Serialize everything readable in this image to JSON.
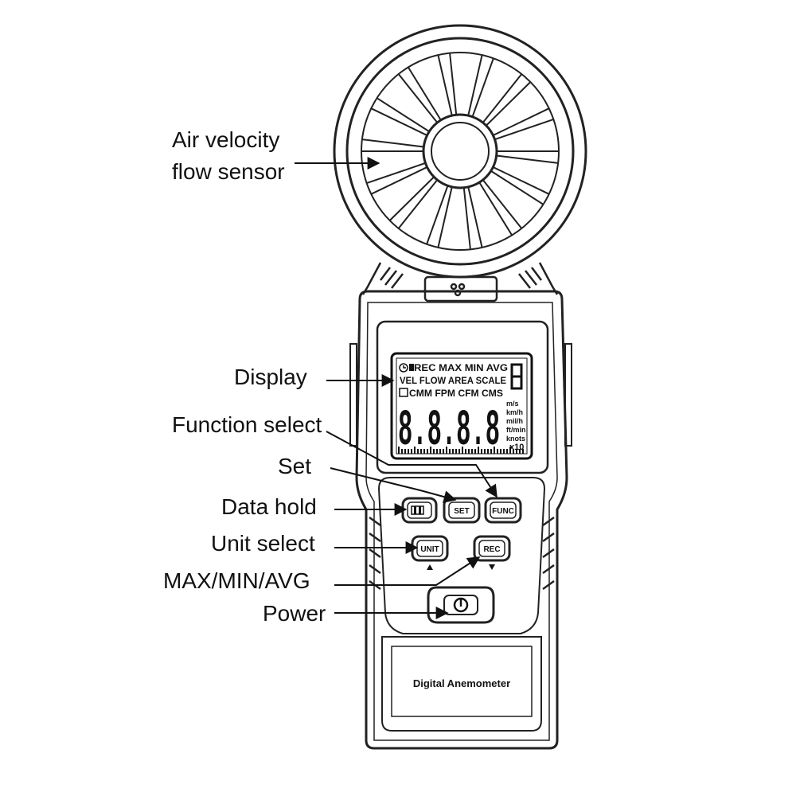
{
  "callouts": {
    "sensor_line1": "Air velocity",
    "sensor_line2": "flow sensor",
    "display": "Display",
    "function_select": "Function select",
    "set": "Set",
    "data_hold": "Data hold",
    "unit_select": "Unit select",
    "max_min_avg": "MAX/MIN/AVG",
    "power": "Power"
  },
  "lcd": {
    "row1": "REC MAX MIN AVG",
    "row2": "VEL FLOW AREA SCALE",
    "row3": "CMM FPM CFM CMS",
    "digits": "8.8.8.8",
    "unit_ms": "m/s",
    "unit_kmh": "km/h",
    "unit_mih": "mil/h",
    "unit_ftmin": "ft/min",
    "unit_knots": "knots",
    "unit_x10": "x10"
  },
  "buttons": {
    "hold": "",
    "set": "SET",
    "func": "FUNC",
    "unit": "UNIT",
    "rec": "REC"
  },
  "device": {
    "brand": "Digital Anemometer"
  },
  "icons": {
    "hold_button": "pause-icon",
    "power_button": "power-icon",
    "up_arrow": "triangle-up-icon",
    "down_arrow": "triangle-down-icon"
  }
}
